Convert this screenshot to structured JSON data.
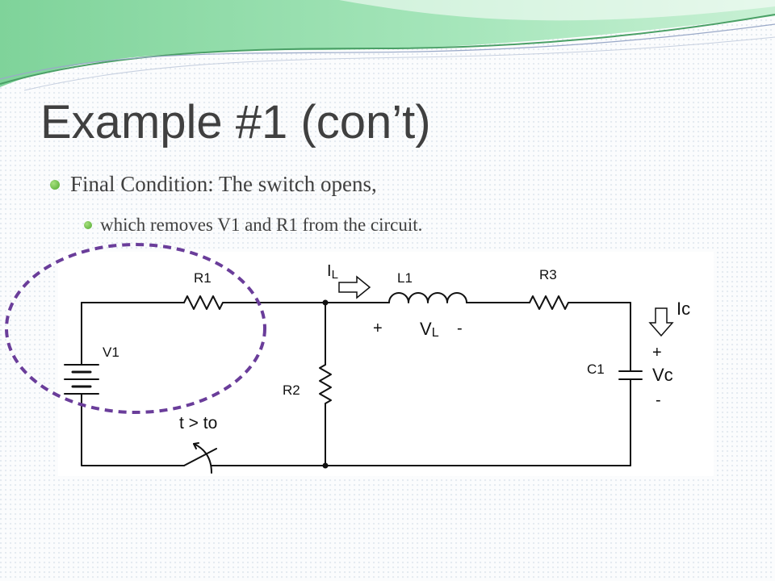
{
  "slide": {
    "title": "Example #1 (con’t)",
    "bullets": [
      {
        "level": 1,
        "text": "Final Condition:  The switch opens,"
      },
      {
        "level": 2,
        "text": "which removes V1 and R1 from the circuit."
      }
    ],
    "colors": {
      "title": "#404040",
      "bullet": "#6cc04a",
      "highlight_ellipse": "#6a3d9a",
      "header_green": "#7fd8a0"
    }
  },
  "circuit": {
    "components": {
      "r1": "R1",
      "r2": "R2",
      "r3": "R3",
      "l1": "L1",
      "c1": "C1",
      "v1": "V1"
    },
    "labels": {
      "il": "I",
      "il_sub": "L",
      "vl": "V",
      "vl_sub": "L",
      "vl_plus": "+",
      "vl_minus": "-",
      "ic": "Ic",
      "vc": "Vc",
      "vc_plus": "+",
      "vc_minus": "-",
      "switch": "t > to"
    }
  }
}
